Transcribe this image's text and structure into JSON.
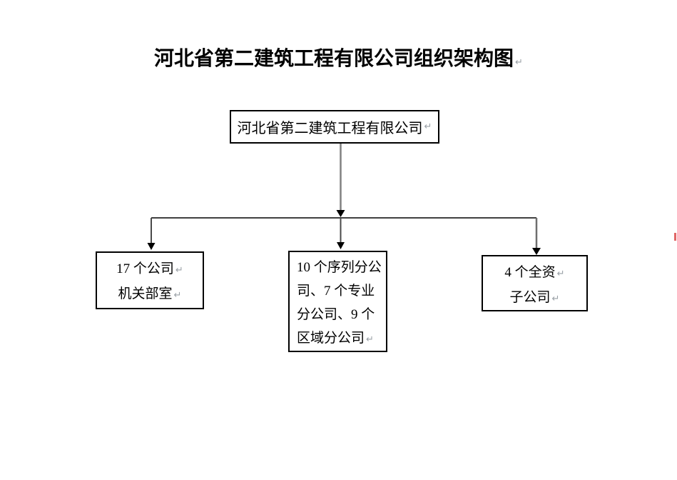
{
  "document": {
    "title": "河北省第二建筑工程有限公司组织架构图",
    "formatting_mark": "↵"
  },
  "org_chart": {
    "root": {
      "name": "河北省第二建筑工程有限公司"
    },
    "branches": [
      {
        "id": "company-offices",
        "lines": [
          "17 个公司",
          "机关部室"
        ],
        "full_text": "17 个公司机关部室"
      },
      {
        "id": "branch-companies",
        "lines": [
          "10 个序列分公",
          "司、7 个专业",
          "分公司、9 个",
          "区域分公司"
        ],
        "full_text": "10 个序列分公司、7 个专业分公司、9 个区域分公司"
      },
      {
        "id": "wholly-owned-subsidiaries",
        "lines": [
          "4 个全资",
          "子公司"
        ],
        "full_text": "4 个全资子公司"
      }
    ]
  },
  "colors": {
    "background": "#ffffff",
    "box_border": "#000000",
    "connector_long_gray": "#808080",
    "connector_drop_gray": "#4a4a4a",
    "horizontal_line": "#000000",
    "arrowhead": "#000000",
    "formatting_mark_gray": "#9aa0a6",
    "edge_artifact_red": "#e06666"
  }
}
